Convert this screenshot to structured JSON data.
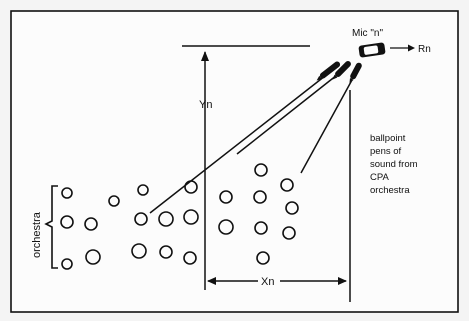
{
  "labels": {
    "mic": "Mic \"n\"",
    "rn": "Rn",
    "yn": "Yn",
    "xn": "Xn",
    "orchestra": "orchestra",
    "note_lines": [
      "ballpoint",
      "pens of",
      "sound from",
      "CPA",
      "orchestra"
    ]
  },
  "colors": {
    "background": "#f4f4f4",
    "ink": "#111111"
  }
}
